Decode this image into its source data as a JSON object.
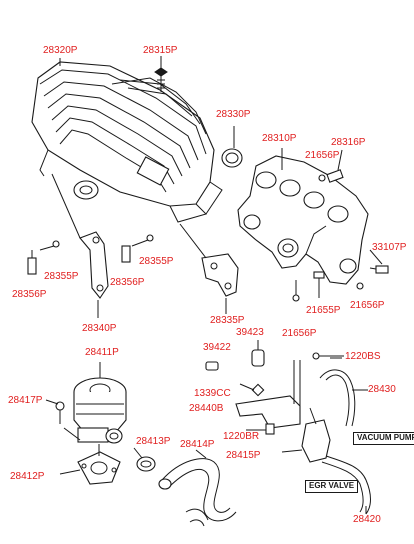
{
  "label_color": "#e02020",
  "line_color": "#1a1a1a",
  "parts": {
    "p28320P": "28320P",
    "p28315P": "28315P",
    "p28330P": "28330P",
    "p28310P": "28310P",
    "p28316P": "28316P",
    "p21656P_a": "21656P",
    "p33107P": "33107P",
    "p21656P_b": "21656P",
    "p21655P": "21655P",
    "p21656P_c": "21656P",
    "p28355P_a": "28355P",
    "p28356P_a": "28356P",
    "p28355P_b": "28355P",
    "p28356P_b": "28356P",
    "p28340P": "28340P",
    "p28335P": "28335P",
    "p39423": "39423",
    "p39422": "39422",
    "p1220BS": "1220BS",
    "p28411P": "28411P",
    "p28417P": "28417P",
    "p1339CC": "1339CC",
    "p28430": "28430",
    "p28440B": "28440B",
    "p1220BR": "1220BR",
    "p28413P": "28413P",
    "p28414P": "28414P",
    "p28415P": "28415P",
    "p28412P": "28412P",
    "p28420": "28420"
  },
  "callouts": {
    "vacuum_pump": "VACUUM PUMP",
    "egr_valve": "EGR VALVE"
  }
}
